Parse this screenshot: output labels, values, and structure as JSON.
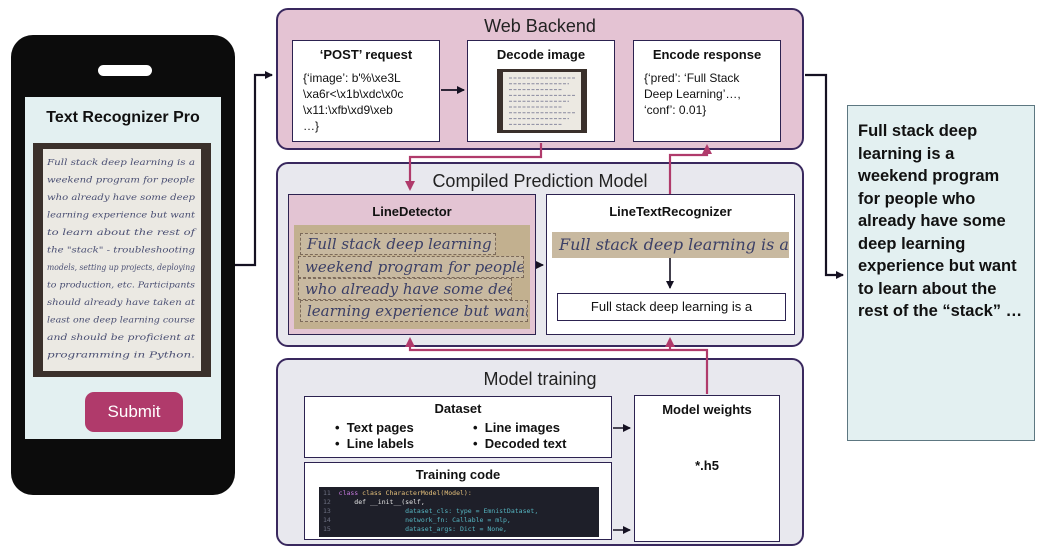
{
  "phone": {
    "app_title": "Text Recognizer Pro",
    "submit_label": "Submit",
    "handwriting_lines": [
      "Full stack deep learning is a",
      "weekend program for people",
      "who already have some deep",
      "learning experience but want",
      "to learn about the rest of",
      "the \"stack\" - troubleshooting",
      "models, setting up projects, deploying",
      "to production, etc. Participants",
      "should already have taken at",
      "least one deep learning course",
      "and should be proficient at",
      "programming in Python."
    ]
  },
  "web_backend": {
    "title": "Web Backend",
    "post": {
      "title": "‘POST’ request",
      "lines": [
        "{‘image’:  b'%\\xe3L",
        "\\xa6r<\\x1b\\xdc\\x0c",
        "\\x11:\\xfb\\xd9\\xeb",
        "…}"
      ]
    },
    "decode": {
      "title": "Decode image"
    },
    "encode": {
      "title": "Encode response",
      "lines": [
        "{‘pred’:  ‘Full Stack",
        "Deep Learning’…,",
        "‘conf’: 0.01}"
      ]
    }
  },
  "prediction": {
    "title": "Compiled Prediction Model",
    "line_detector": {
      "title": "LineDetector",
      "strips": [
        "Full stack deep learning is a",
        "weekend program for people",
        "who already have some deep",
        "learning experience but want"
      ]
    },
    "line_text_recognizer": {
      "title": "LineTextRecognizer",
      "strip": "Full stack deep learning is a",
      "result": "Full stack deep learning is a"
    }
  },
  "training": {
    "title": "Model training",
    "dataset": {
      "title": "Dataset",
      "left_items": [
        "Text pages",
        "Line labels"
      ],
      "right_items": [
        "Line images",
        "Decoded text"
      ]
    },
    "code": {
      "title": "Training code",
      "lines": [
        [
          "11",
          "class CharacterModel(Model):"
        ],
        [
          "12",
          "    def __init__(self,"
        ],
        [
          "13",
          "                 dataset_cls: type = EmnistDataset,"
        ],
        [
          "14",
          "                 network_fn: Callable = mlp,"
        ],
        [
          "15",
          "                 dataset_args: Dict = None,"
        ]
      ]
    },
    "weights": {
      "title": "Model weights",
      "file": "*.h5"
    }
  },
  "output_text": "Full stack deep learning is a weekend program for people who already have some deep learning experience but want to learn about the rest of the “stack” …",
  "colors": {
    "panel_border": "#39285e",
    "web_panel_bg": "#e4c3d3",
    "gray_panel_bg": "#e8e8ee",
    "arrow_magenta": "#b03a6b",
    "submit_bg": "#b03a6b",
    "screen_bg": "#e3f0f1"
  }
}
